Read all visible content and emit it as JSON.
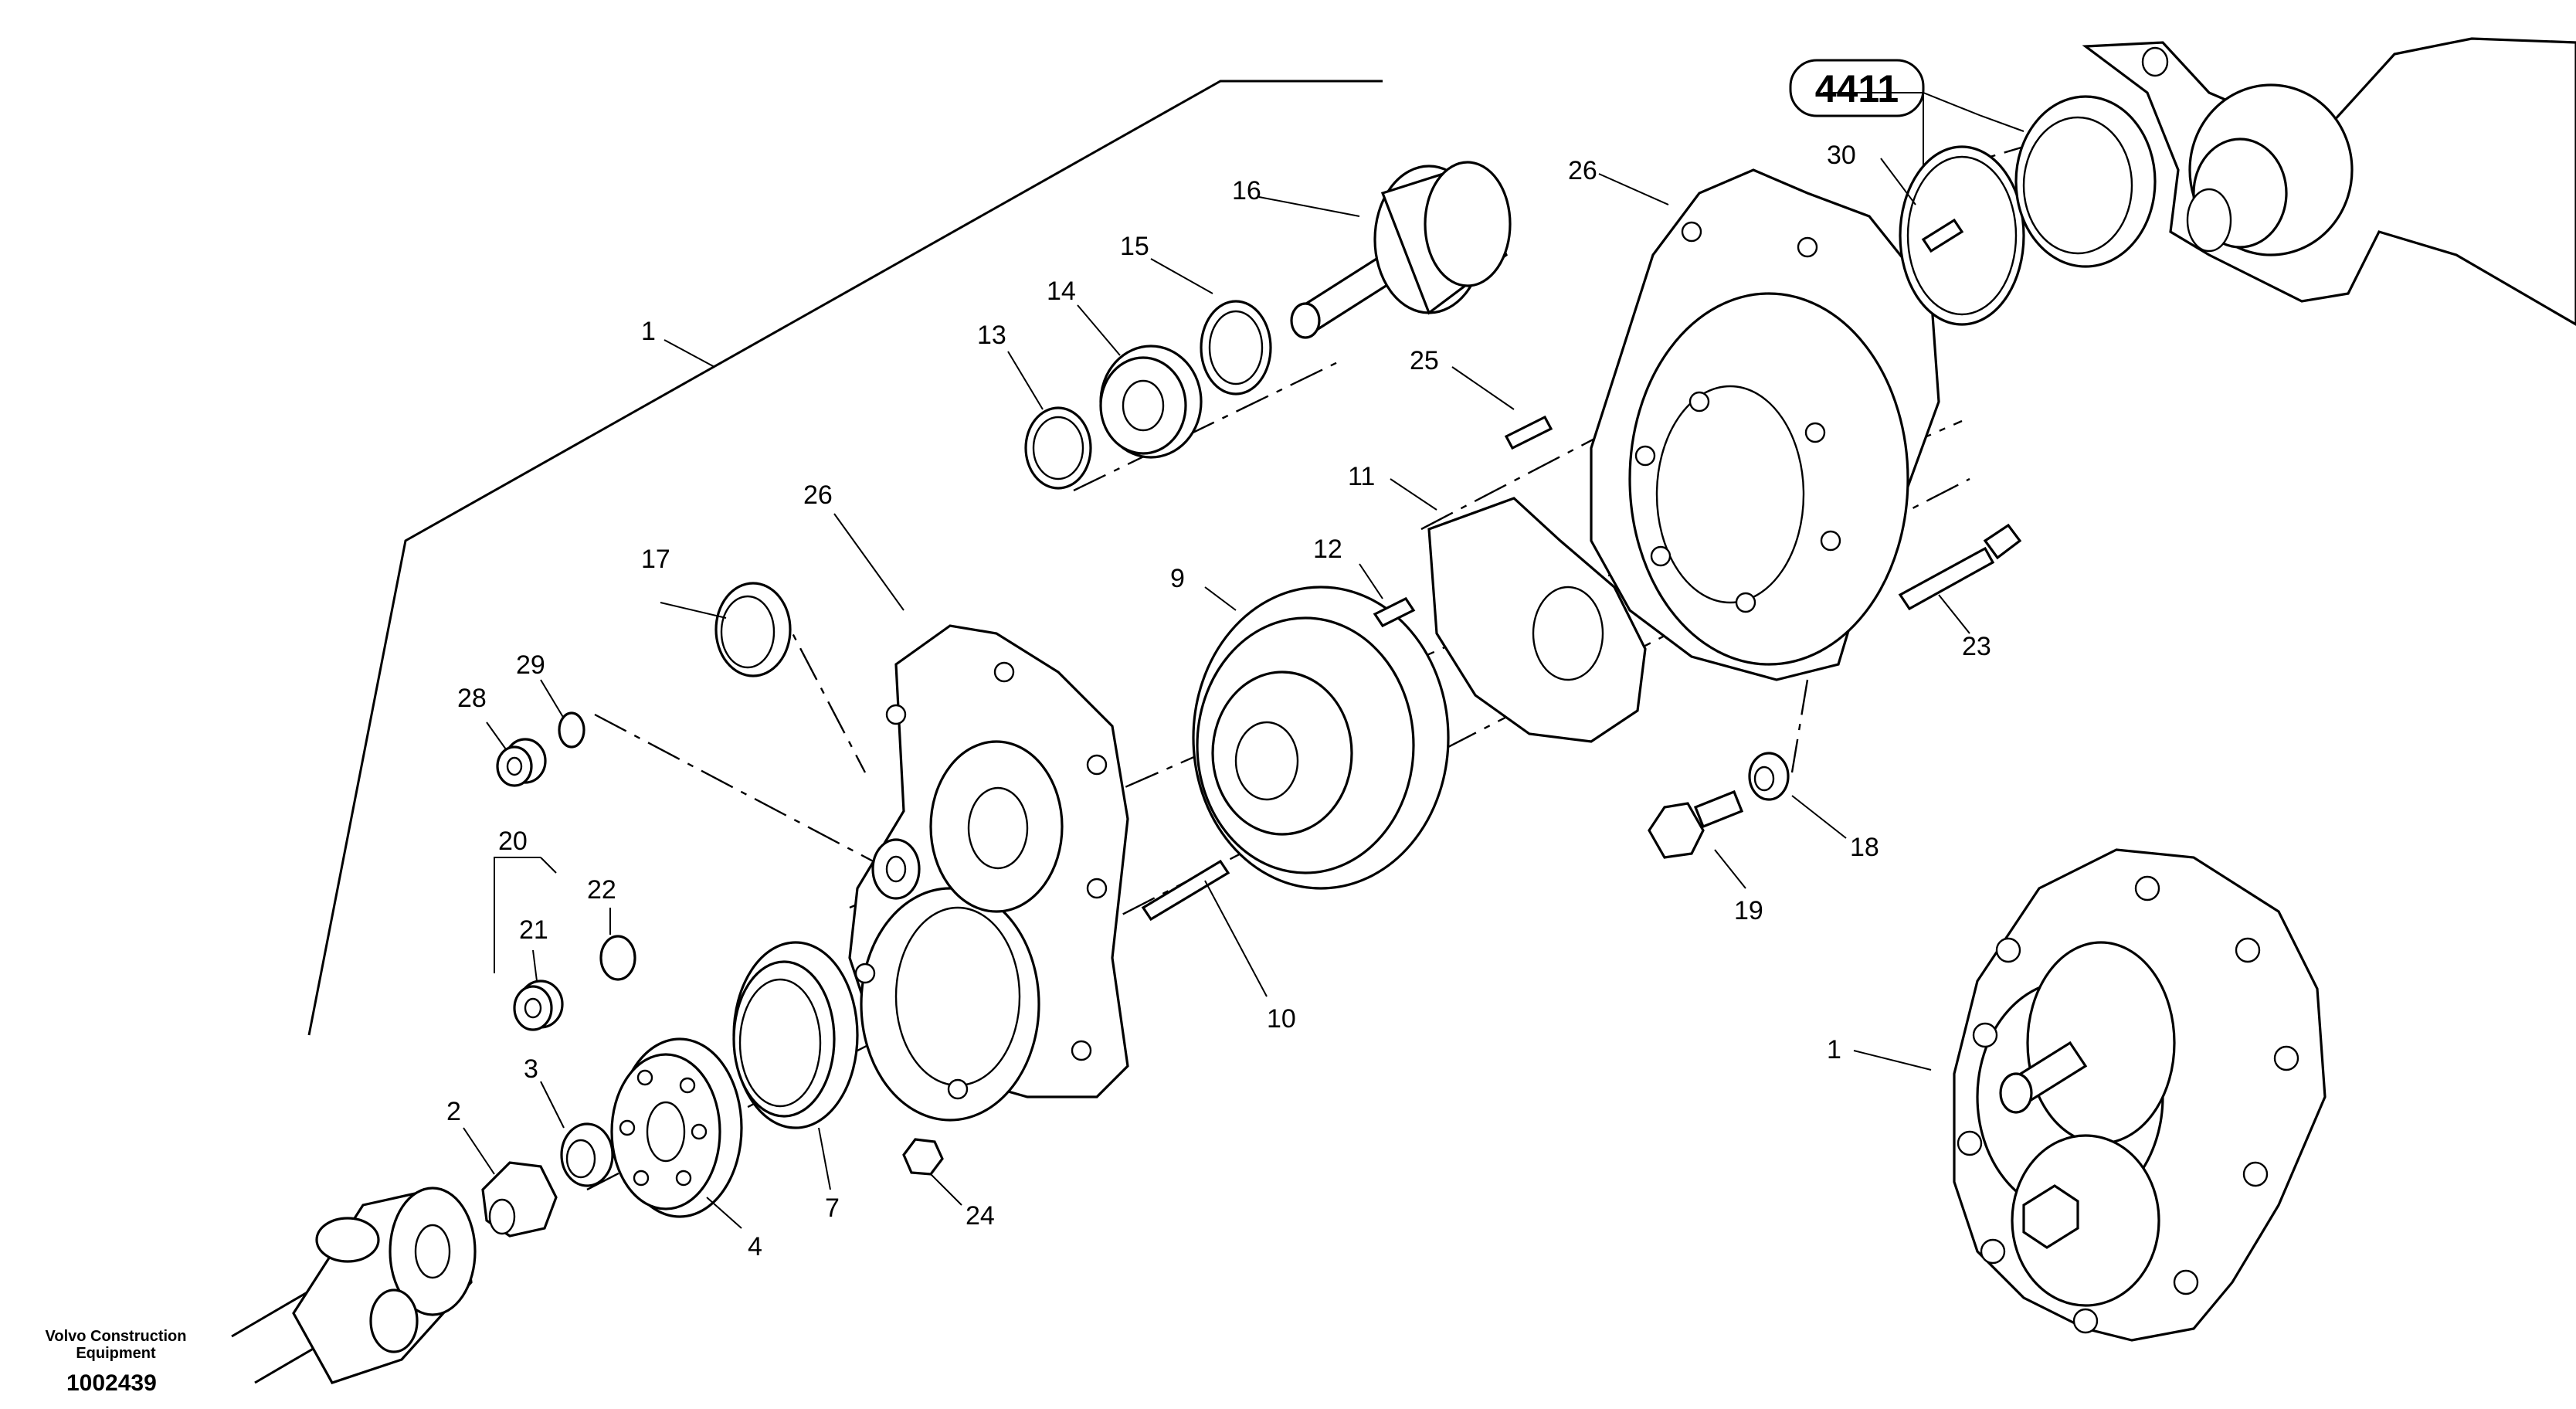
{
  "drawing": {
    "group_ref": "4411",
    "footer_brand_line1": "Volvo Construction",
    "footer_brand_line2": "Equipment",
    "footer_number": "1002439"
  },
  "callouts": {
    "c1_left": "1",
    "c1_right": "1",
    "c2": "2",
    "c3": "3",
    "c4": "4",
    "c7": "7",
    "c9": "9",
    "c10": "10",
    "c11": "11",
    "c12": "12",
    "c13": "13",
    "c14": "14",
    "c15": "15",
    "c16": "16",
    "c17": "17",
    "c18": "18",
    "c19": "19",
    "c20": "20",
    "c21": "21",
    "c22": "22",
    "c23": "23",
    "c24": "24",
    "c25": "25",
    "c26_left": "26",
    "c26_right": "26",
    "c28": "28",
    "c29": "29",
    "c30": "30"
  }
}
